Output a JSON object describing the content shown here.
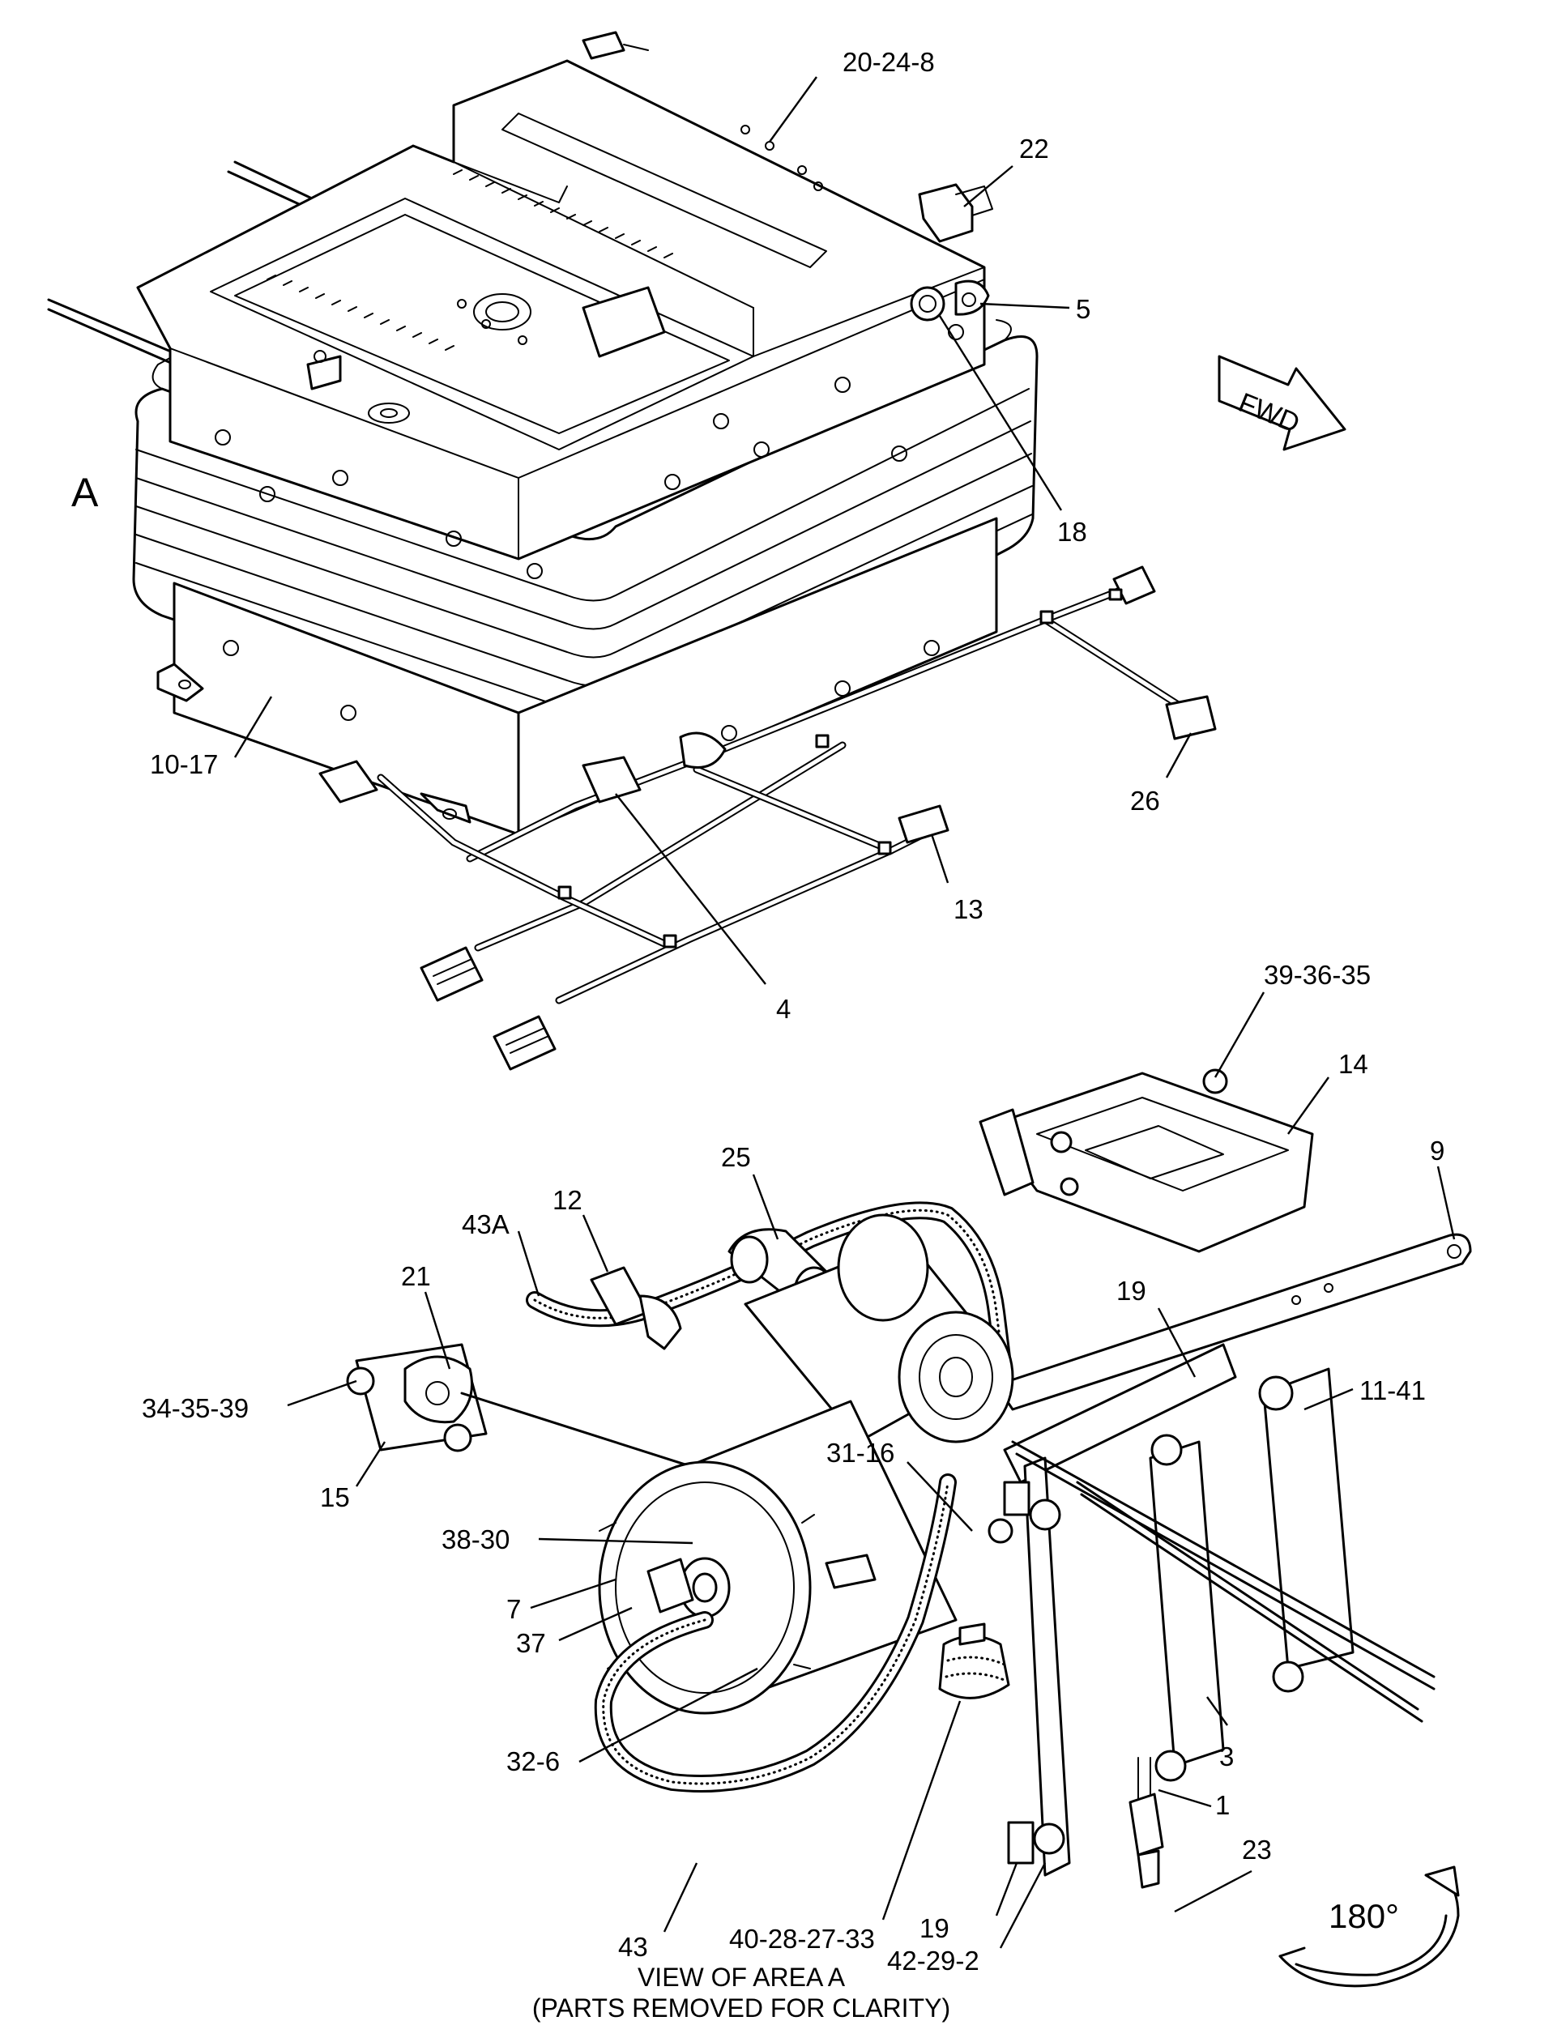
{
  "view_label": "A",
  "forward_arrow": {
    "label": "FWD",
    "icon": "forward-direction-arrow"
  },
  "rotation": {
    "label": "180°",
    "icon": "rotate-180-arrow"
  },
  "caption": {
    "line1": "VIEW OF AREA  A",
    "line2": "(PARTS REMOVED FOR CLARITY)"
  },
  "callouts": [
    {
      "id": "c-20-24-8",
      "text": "20-24-8"
    },
    {
      "id": "c-22",
      "text": "22"
    },
    {
      "id": "c-5",
      "text": "5"
    },
    {
      "id": "c-18",
      "text": "18"
    },
    {
      "id": "c-10-17",
      "text": "10-17"
    },
    {
      "id": "c-26",
      "text": "26"
    },
    {
      "id": "c-13",
      "text": "13"
    },
    {
      "id": "c-4",
      "text": "4"
    },
    {
      "id": "c-39-36-35",
      "text": "39-36-35"
    },
    {
      "id": "c-14",
      "text": "14"
    },
    {
      "id": "c-9",
      "text": "9"
    },
    {
      "id": "c-25",
      "text": "25"
    },
    {
      "id": "c-12",
      "text": "12"
    },
    {
      "id": "c-43A",
      "text": "43A"
    },
    {
      "id": "c-21",
      "text": "21"
    },
    {
      "id": "c-19a",
      "text": "19"
    },
    {
      "id": "c-11-41",
      "text": "11-41"
    },
    {
      "id": "c-34-35-39",
      "text": "34-35-39"
    },
    {
      "id": "c-15",
      "text": "15"
    },
    {
      "id": "c-31-16",
      "text": "31-16"
    },
    {
      "id": "c-38-30",
      "text": "38-30"
    },
    {
      "id": "c-7",
      "text": "7"
    },
    {
      "id": "c-37",
      "text": "37"
    },
    {
      "id": "c-32-6",
      "text": "32-6"
    },
    {
      "id": "c-3",
      "text": "3"
    },
    {
      "id": "c-1",
      "text": "1"
    },
    {
      "id": "c-23",
      "text": "23"
    },
    {
      "id": "c-43",
      "text": "43"
    },
    {
      "id": "c-40-28-27-33",
      "text": "40-28-27-33"
    },
    {
      "id": "c-19b",
      "text": "19"
    },
    {
      "id": "c-42-29-2",
      "text": "42-29-2"
    }
  ]
}
